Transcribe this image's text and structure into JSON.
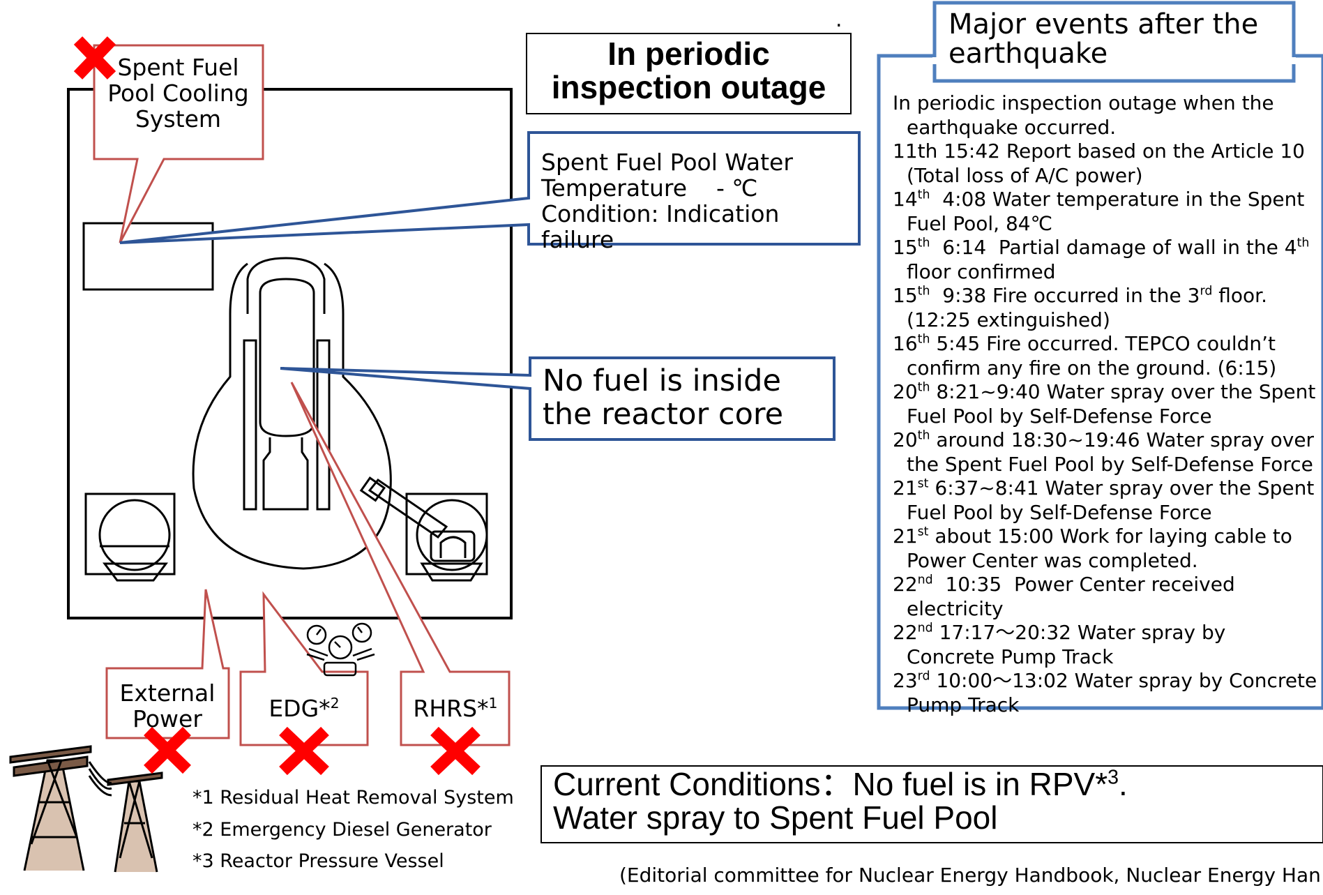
{
  "title_fragment": ".",
  "outage_box": {
    "title": "In periodic inspection outage"
  },
  "sfp_cooling": {
    "label": "Spent Fuel Pool Cooling System",
    "status": "x-mark-red"
  },
  "pool_temp": {
    "line1": "Spent Fuel Pool Water",
    "line2": "Temperature    - ℃",
    "line3": "Condition: Indication failure"
  },
  "no_fuel": {
    "text": "No fuel is inside the reactor core"
  },
  "external_power": {
    "label": "External Power",
    "status": "x-mark-red"
  },
  "edg": {
    "label": "EDG*",
    "sup": "2",
    "status": "x-mark-red"
  },
  "rhrs": {
    "label": "RHRS*",
    "sup": "1",
    "status": "x-mark-red"
  },
  "footnotes": [
    "*1 Residual Heat Removal System",
    "*2 Emergency Diesel Generator",
    "*3 Reactor Pressure Vessel"
  ],
  "events": {
    "title": "Major events after the earthquake",
    "items": [
      {
        "a": "In periodic inspection outage when the earthquake occurred."
      },
      {
        "a": "11th 15:42 Report based on the Article 10 (Total loss of A/C power)"
      },
      {
        "a": "14",
        "s1": "th",
        "b": "  4:08 Water temperature in the Spent Fuel Pool, 84℃"
      },
      {
        "a": "15",
        "s1": "th",
        "b": "  6:14  Partial damage of wall in the 4",
        "s2": "th",
        "c": " floor confirmed"
      },
      {
        "a": "15",
        "s1": "th",
        "b": "  9:38 Fire occurred in the 3",
        "s2": "rd",
        "c": " floor. (12:25 extinguished)"
      },
      {
        "a": "16",
        "s1": "th",
        "b": " 5:45 Fire occurred. TEPCO couldn’t confirm any fire on the ground. (6:15)"
      },
      {
        "a": "20",
        "s1": "th",
        "b": " 8:21~9:40 Water spray over the Spent Fuel Pool by Self-Defense Force"
      },
      {
        "a": "20",
        "s1": "th",
        "b": " around 18:30~19:46 Water spray over the Spent Fuel Pool by Self-Defense Force"
      },
      {
        "a": "21",
        "s1": "st",
        "b": " 6:37~8:41 Water spray over the Spent Fuel Pool by Self-Defense Force"
      },
      {
        "a": "21",
        "s1": "st",
        "b": " about 15:00 Work for laying cable to Power Center was completed."
      },
      {
        "a": "22",
        "s1": "nd",
        "b": "  10:35  Power Center received electricity"
      },
      {
        "a": "22",
        "s1": "nd",
        "b": " 17:17〜20:32 Water spray by Concrete Pump Track"
      },
      {
        "a": "23",
        "s1": "rd",
        "b": " 10:00〜13:02 Water spray by Concrete Pump Track"
      }
    ]
  },
  "current_conditions": {
    "l1a": "Current Conditions：No fuel is in RPV*",
    "l1sup": "3",
    "l1b": ".",
    "l2": "Water spray to Spent Fuel Pool"
  },
  "source": "(Editorial committee for Nuclear Energy Handbook, Nuclear Energy Handbook"
}
